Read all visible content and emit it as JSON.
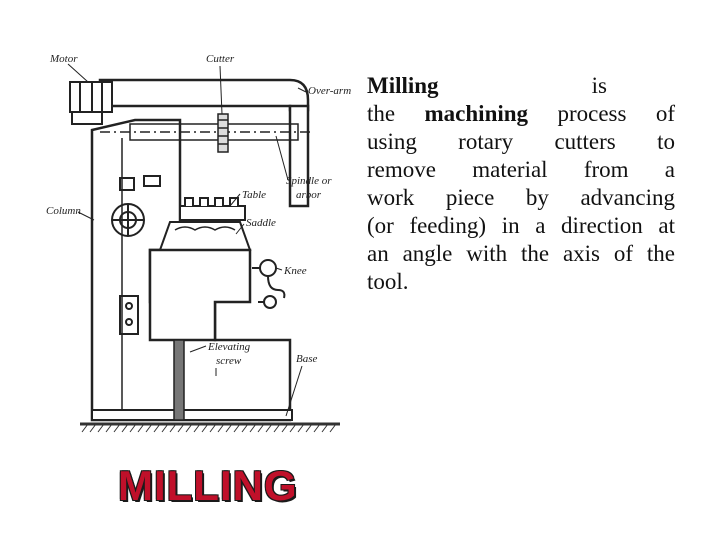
{
  "diagram": {
    "labels": {
      "motor": "Motor",
      "cutter": "Cutter",
      "over_arm": "Over-arm",
      "spindle_1": "Spindle or",
      "spindle_2": "arbor",
      "table": "Table",
      "saddle": "Saddle",
      "column": "Column",
      "knee": "Knee",
      "elevating_1": "Elevating",
      "elevating_2": "screw",
      "base": "Base"
    }
  },
  "text": {
    "line1_bold": "Milling",
    "line1_rest": "is",
    "line2_pre": "the ",
    "line2_bold": "machining",
    "line2_rest": " process of",
    "line3": "using rotary cutters to",
    "line4": "remove material from a",
    "line5": "work piece by advancing",
    "line6": "(or feeding) in a direction at",
    "line7": "an angle with the axis of the",
    "line8": "tool."
  },
  "caption": "MILLING"
}
